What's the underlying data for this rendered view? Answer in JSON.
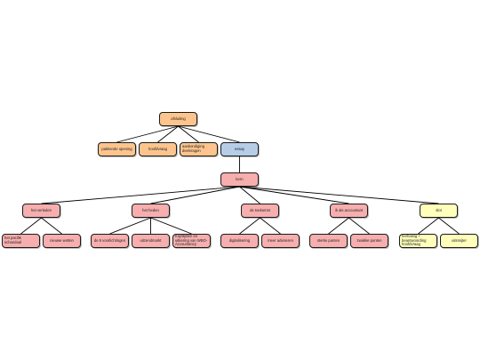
{
  "colors": {
    "orange": "#fdc58d",
    "blue": "#b6cde8",
    "red": "#f7aeae",
    "yellow": "#ffffbb",
    "line": "#000000"
  },
  "nodes": {
    "afsluiting": "afsluiting",
    "pakkende_opening": "pakkende opening",
    "hoofdvraag": "hoofdvraag",
    "aankondiging_deelvragen": "aankondiging\ndeelvragen",
    "essay": "essay",
    "kern": "kern",
    "het_verleden": "het verleden",
    "het_heden": "het heden",
    "de_toekomst": "de toekomst",
    "ik_als_accountant": "ik als accountant",
    "slot": "slot",
    "het_pacifik_schandaal": "het pacifik\nschandaal",
    "nieuwe_wetten": "nieuwe wetten",
    "de_5_voorlichtingen": "de 5 voorlichtingen",
    "uitzendmarkt": "uitzendmarkt",
    "kopperveld": "Kopflijsten en\nuitkering van WBO-\nAccountancy",
    "digitalisering": "digitalisering",
    "meer_adviseren": "meer adviseren",
    "sterke_punten": "sterke punten",
    "zwakke_punten": "zwakke punten",
    "herhaling": "herhaling +\nbeantwoording\nhoofdvraag",
    "uitsmijter": "uitsmijter"
  }
}
